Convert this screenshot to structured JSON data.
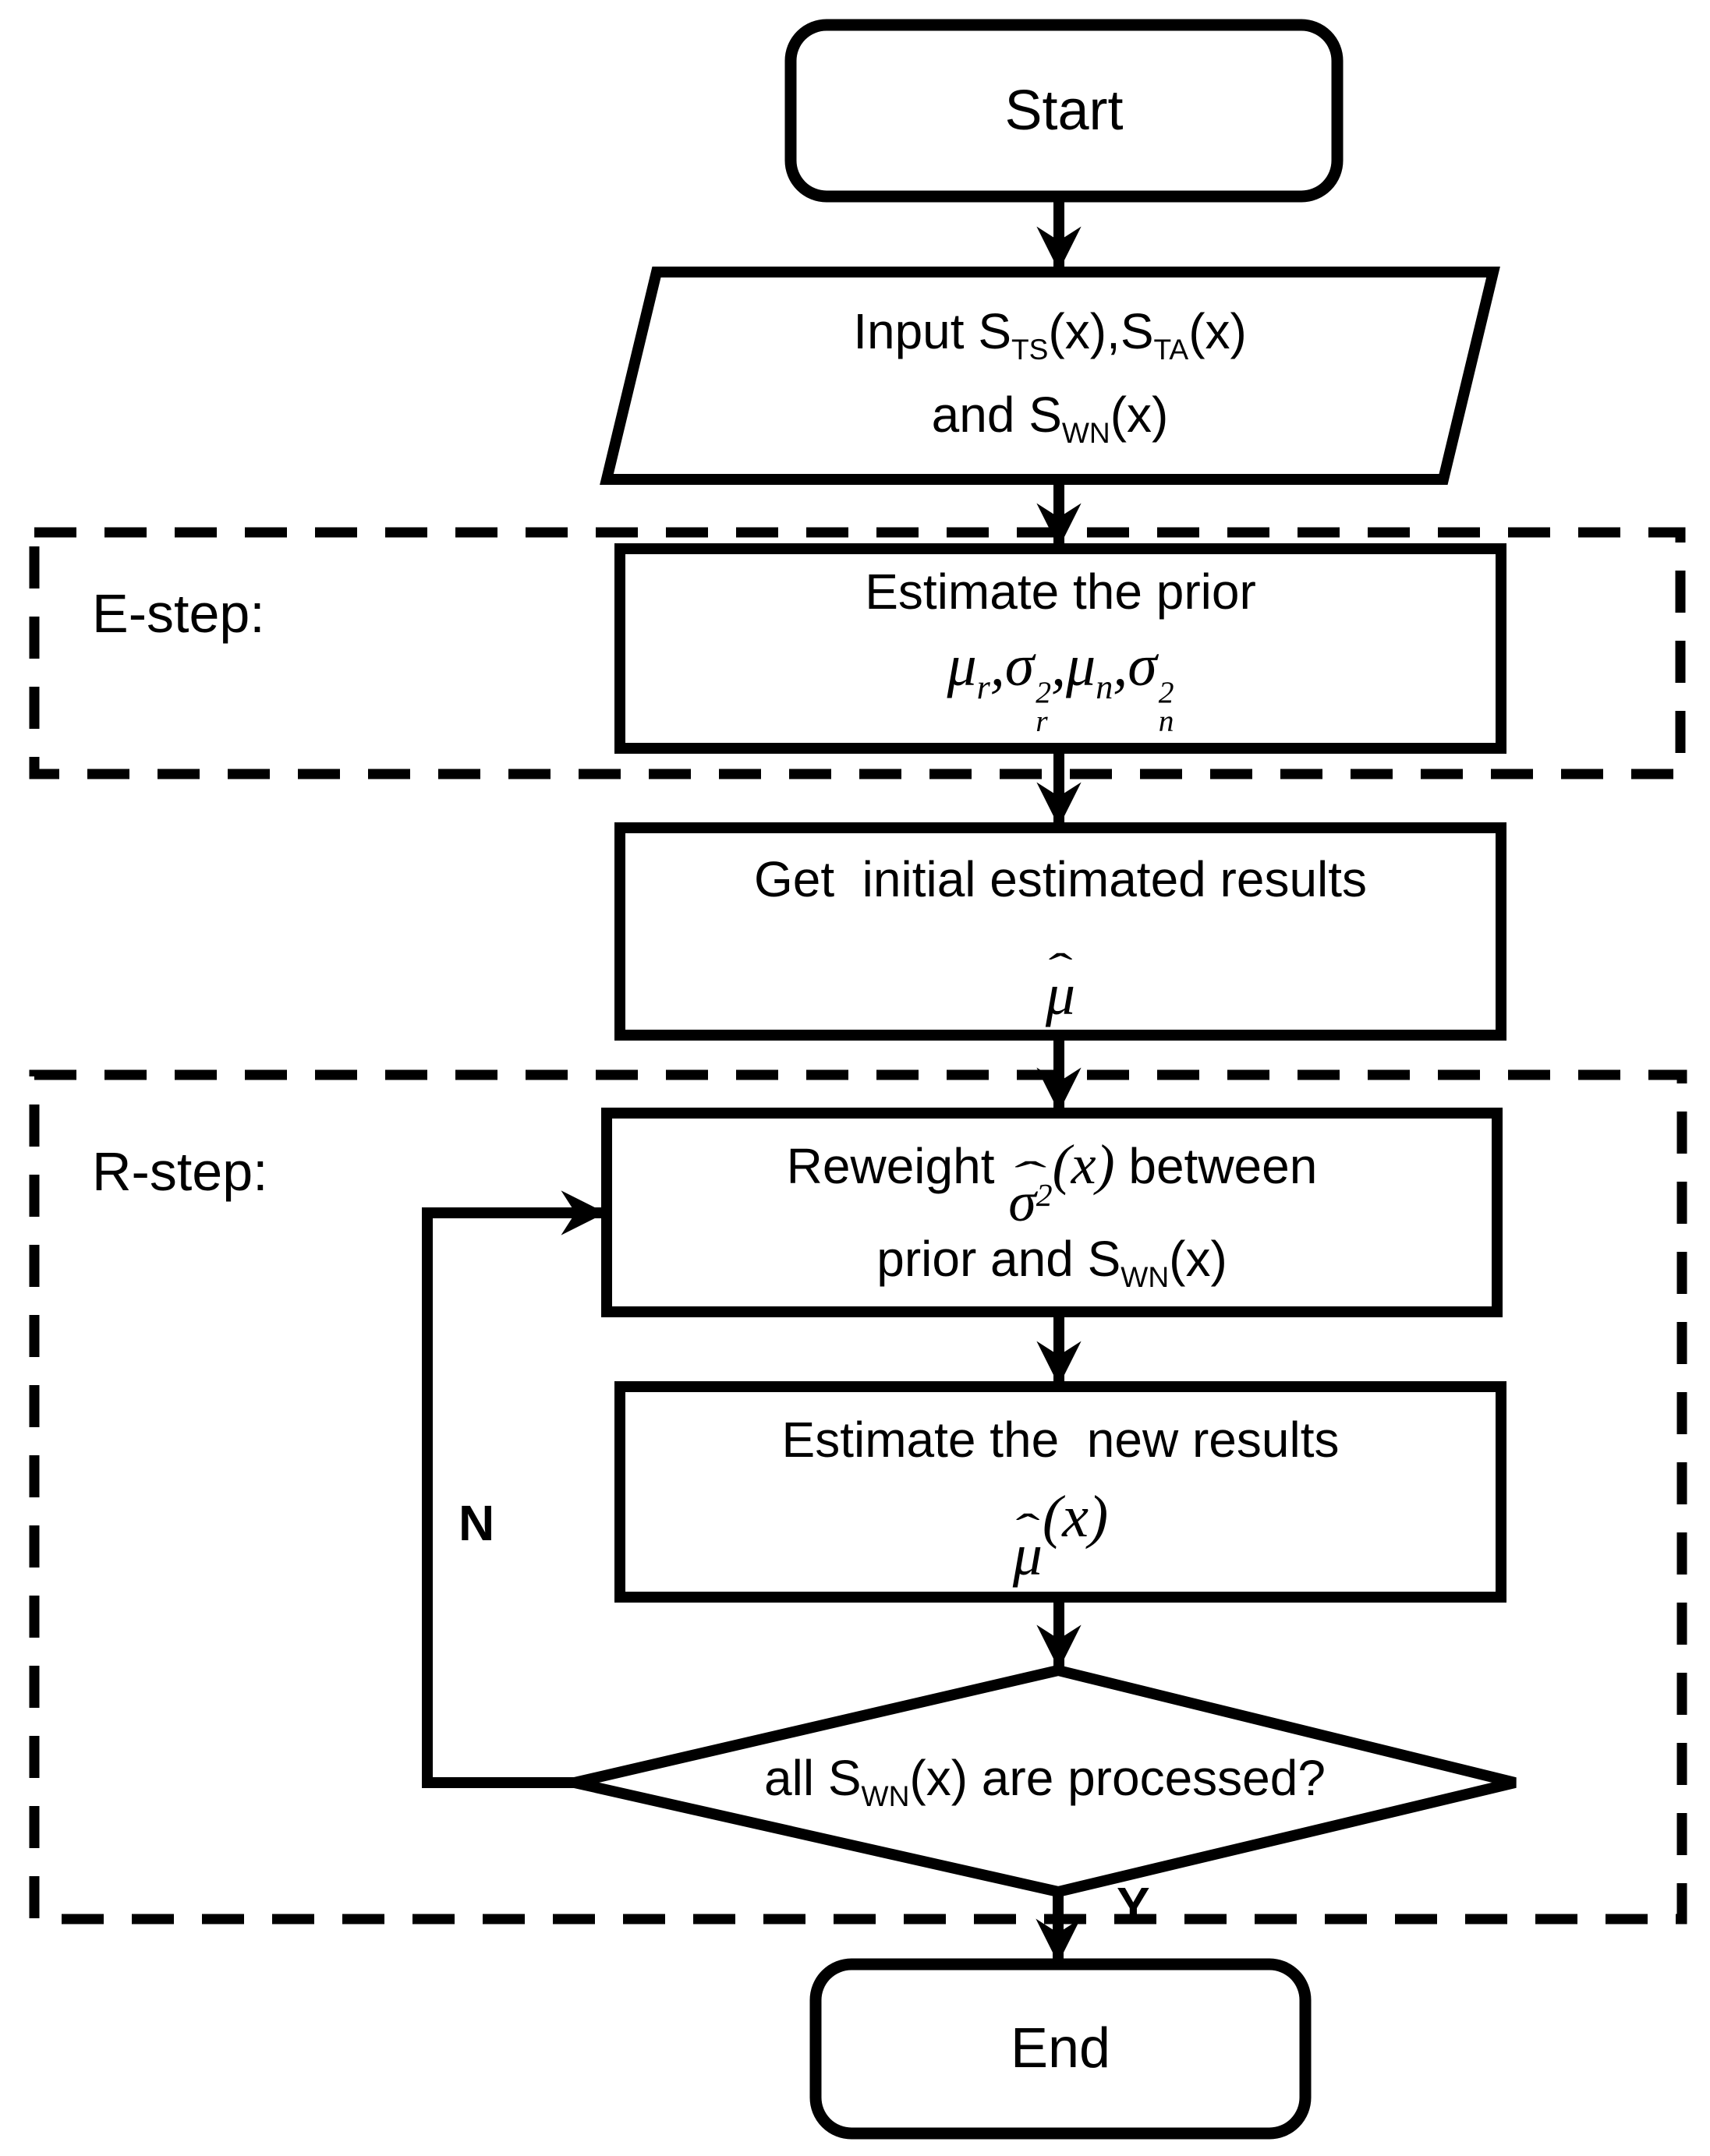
{
  "canvas": {
    "bg": "#ffffff",
    "ink": "#000000"
  },
  "start": {
    "label": "Start"
  },
  "input": {
    "t1": "Input S",
    "sub1": "TS",
    "t2": "(x),S",
    "sub2": "TA",
    "t3": "(x)",
    "t4": "and S",
    "sub3": "WN",
    "t5": "(x)"
  },
  "estep": {
    "label": "E-step:"
  },
  "prior": {
    "title": "Estimate the prior",
    "mu1": "μ",
    "mu1sub": "r",
    "c1": ",",
    "sig1": "σ",
    "sig1sup": "2",
    "sig1sub": "r",
    "c2": ",",
    "mu2": "μ",
    "mu2sub": "n",
    "c3": ",",
    "sig2": "σ",
    "sig2sup": "2",
    "sig2sub": "n"
  },
  "initial": {
    "title": "Get  initial estimated results",
    "hat": "ˆ",
    "mu": "μ"
  },
  "rstep": {
    "label": "R-step:"
  },
  "reweight": {
    "t1": "Reweight ",
    "hat": "ˆ",
    "sigma": "σ",
    "sup": "2",
    "x": "(x)",
    "t2": " between",
    "l2a": "prior and S",
    "l2sub": "WN",
    "l2b": "(x)"
  },
  "newres": {
    "title": "Estimate the  new results",
    "hat": "ˆ",
    "mu": "μ",
    "x": "(x)"
  },
  "decision": {
    "t1": "all S",
    "sub": "WN",
    "t2": "(x) are processed?"
  },
  "branch": {
    "no": "N",
    "yes": "Y"
  },
  "end": {
    "label": "End"
  }
}
